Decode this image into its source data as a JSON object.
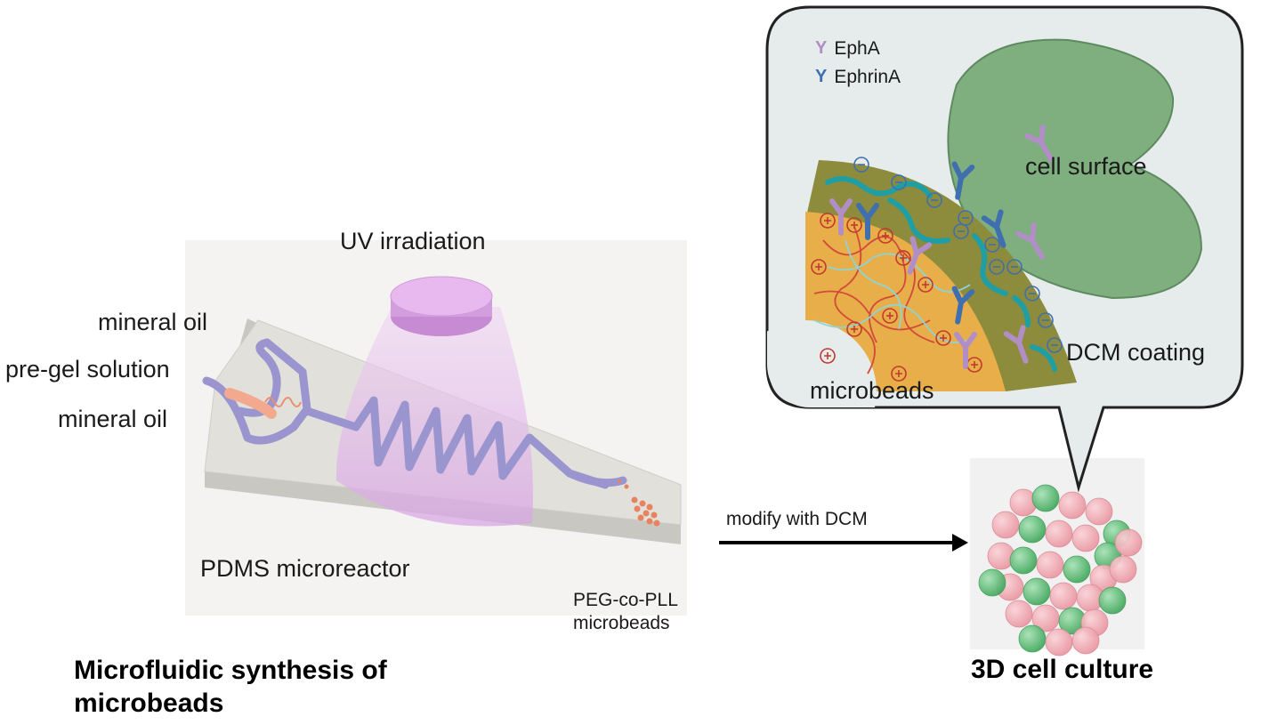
{
  "labels": {
    "uv": "UV irradiation",
    "mineral_oil_top": "mineral oil",
    "pregel": "pre-gel solution",
    "mineral_oil_bottom": "mineral oil",
    "pdms": "PDMS microreactor",
    "peg_line1": "PEG-co-PLL",
    "peg_line2": "microbeads",
    "modify": "modify with DCM",
    "synthesis_line1": "Microfluidic synthesis of",
    "synthesis_line2": "microbeads",
    "culture": "3D cell culture"
  },
  "inset": {
    "legend": [
      {
        "label": "EphA",
        "color": "#b18fc6",
        "icon": "ligand-y-icon"
      },
      {
        "label": "EphrinA",
        "color": "#3f6fae",
        "icon": "ligand-y-icon"
      }
    ],
    "cell_surface": "cell surface",
    "dcm_coating": "DCM coating",
    "microbeads": "microbeads"
  },
  "colors": {
    "cell": "#7fae7f",
    "coating": "#8d8b3c",
    "bead": "#e7ae4a",
    "uv": "#e3b6ec",
    "chip": "#e2e0db",
    "channel": "#9a95cf",
    "bead_pink": "#f2a6b0",
    "bead_green": "#5fc079"
  }
}
